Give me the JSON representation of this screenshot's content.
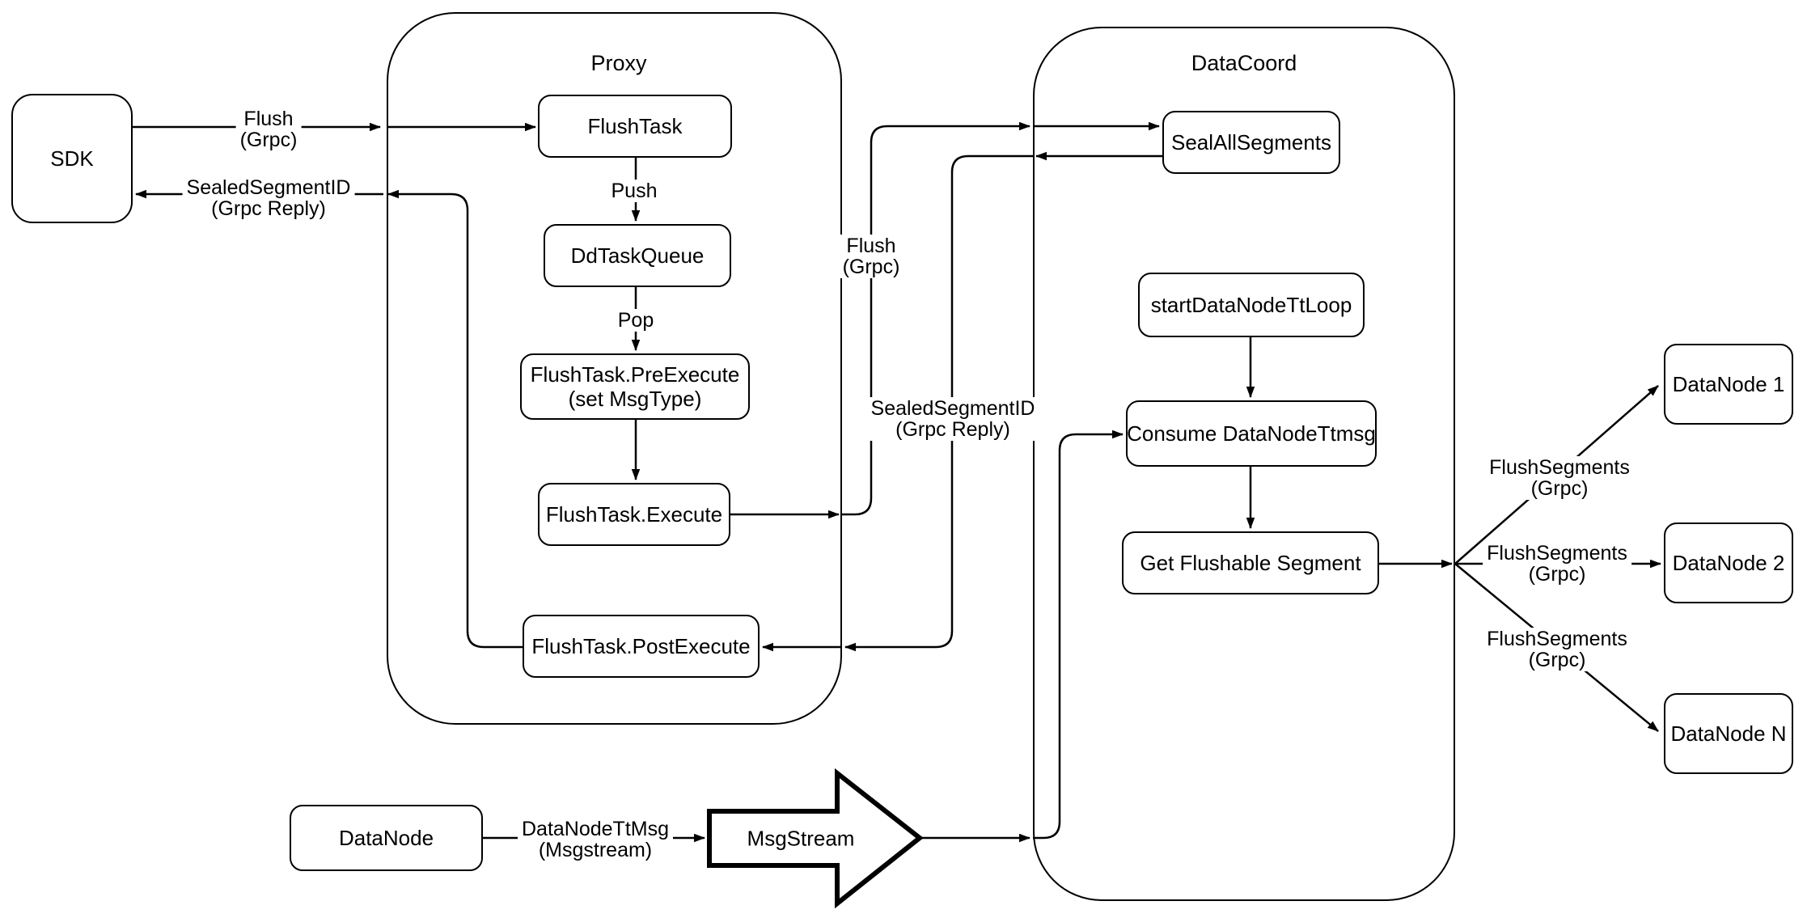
{
  "containers": {
    "proxy": {
      "title": "Proxy"
    },
    "datacoord": {
      "title": "DataCoord"
    }
  },
  "nodes": {
    "sdk": {
      "label": "SDK"
    },
    "flush_task": {
      "label": "FlushTask"
    },
    "dd_task_queue": {
      "label": "DdTaskQueue"
    },
    "flush_task_pre_execute": {
      "line1": "FlushTask.PreExecute",
      "line2": "(set MsgType)"
    },
    "flush_task_execute": {
      "label": "FlushTask.Execute"
    },
    "flush_task_post_execute": {
      "label": "FlushTask.PostExecute"
    },
    "seal_all_segments": {
      "label": "SealAllSegments"
    },
    "start_datanode_tt_loop": {
      "label": "startDataNodeTtLoop"
    },
    "consume_datanode_ttmsg": {
      "label": "Consume DataNodeTtmsg"
    },
    "get_flushable_segment": {
      "label": "Get Flushable Segment"
    },
    "datanode_1": {
      "label": "DataNode 1"
    },
    "datanode_2": {
      "label": "DataNode 2"
    },
    "datanode_n": {
      "label": "DataNode N"
    },
    "datanode_bottom": {
      "label": "DataNode"
    },
    "msgstream": {
      "label": "MsgStream"
    }
  },
  "edge_labels": {
    "sdk_flush": {
      "line1": "Flush",
      "line2": "(Grpc)"
    },
    "sdk_sealed_segment_id": {
      "line1": "SealedSegmentID",
      "line2": "(Grpc Reply)"
    },
    "push": {
      "label": "Push"
    },
    "pop": {
      "label": "Pop"
    },
    "proxy_flush": {
      "line1": "Flush",
      "line2": "(Grpc)"
    },
    "datacoord_sealed_segment_id": {
      "line1": "SealedSegmentID",
      "line2": "(Grpc Reply)"
    },
    "flush_segments_1": {
      "line1": "FlushSegments",
      "line2": "(Grpc)"
    },
    "flush_segments_2": {
      "line1": "FlushSegments",
      "line2": "(Grpc)"
    },
    "flush_segments_3": {
      "line1": "FlushSegments",
      "line2": "(Grpc)"
    },
    "datanode_tt_msg": {
      "line1": "DataNodeTtMsg",
      "line2": "(Msgstream)"
    }
  },
  "colors": {
    "stroke": "#000000",
    "background": "#ffffff",
    "text": "#000000"
  }
}
